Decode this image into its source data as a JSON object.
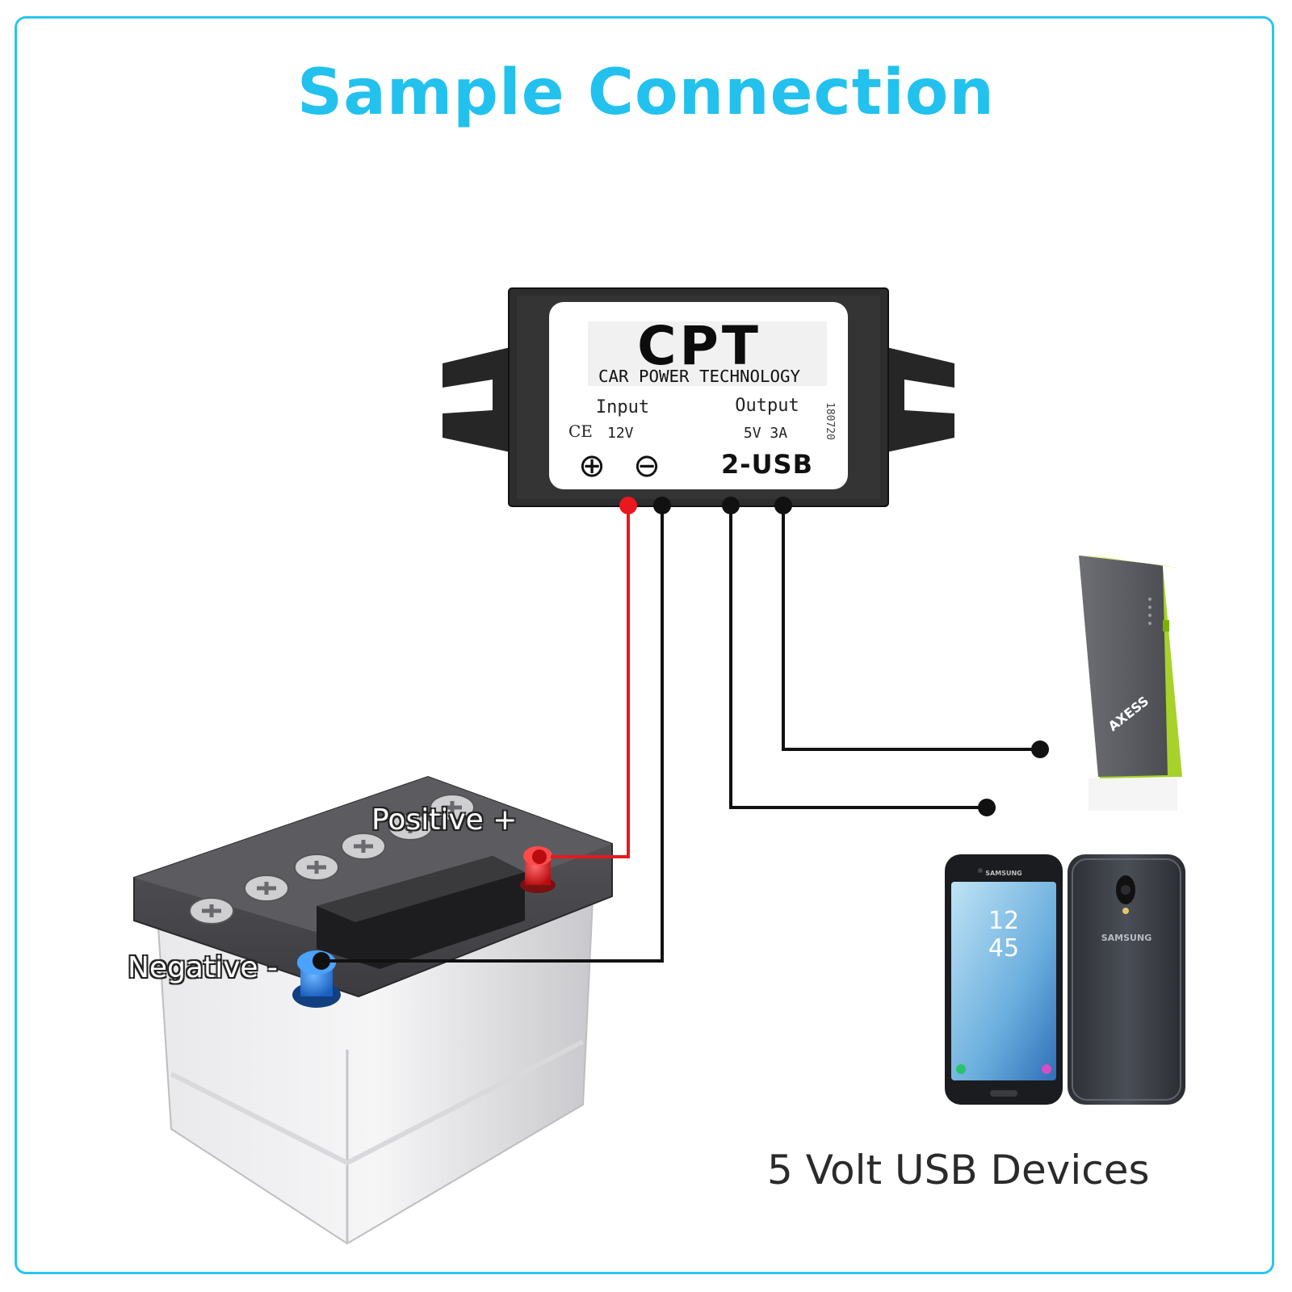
{
  "title": "Sample Connection",
  "converter": {
    "brand": "CPT",
    "brand_full": "CAR POWER TECHNOLOGY",
    "input_label": "Input",
    "input_value": "12V",
    "output_label": "Output",
    "output_value": "5V 3A",
    "ce_mark": "CE",
    "usb_label": "2-USB",
    "batch_code": "180720",
    "plus_symbol": "⊕",
    "minus_symbol": "⊖"
  },
  "battery": {
    "positive_label": "Positive +",
    "negative_label": "Negative -"
  },
  "power_bank": {
    "brand": "AXESS"
  },
  "phone": {
    "brand": "SAMSUNG",
    "time_hours": "12",
    "time_minutes": "45"
  },
  "devices_caption": "5 Volt USB Devices",
  "colors": {
    "title": "#23c1ee",
    "frame": "#29c5ee",
    "positive_wire": "#e8181e",
    "negative_wire": "#111111"
  }
}
